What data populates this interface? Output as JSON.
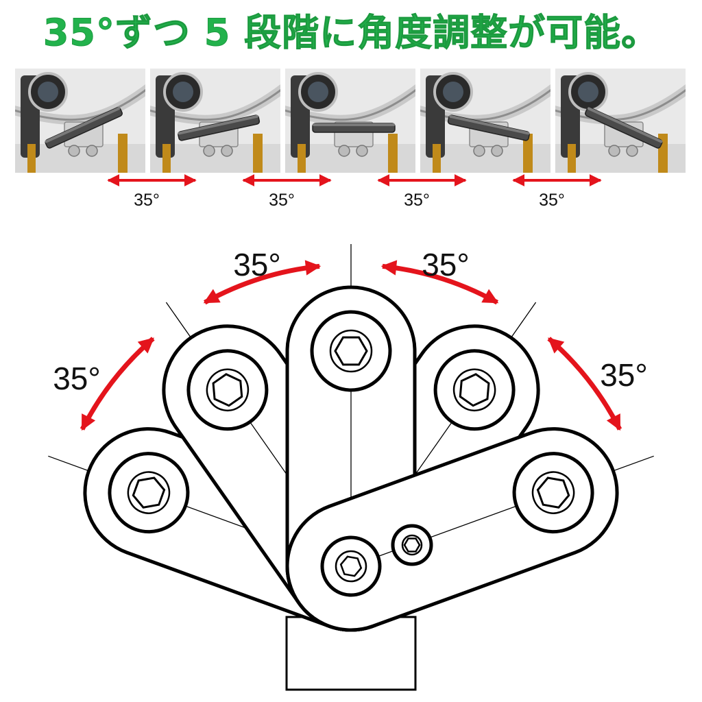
{
  "headline": "35°ずつ 5 段階に角度調整が可能。",
  "photo_strip": {
    "photos": [
      {
        "name": "position-1",
        "angle": -70
      },
      {
        "name": "position-2",
        "angle": -35
      },
      {
        "name": "position-3",
        "angle": 0
      },
      {
        "name": "position-4",
        "angle": 35
      },
      {
        "name": "position-5",
        "angle": 70
      }
    ],
    "step_labels": [
      "35°",
      "35°",
      "35°",
      "35°"
    ]
  },
  "diagram": {
    "angle_labels": [
      "35°",
      "35°",
      "35°",
      "35°"
    ],
    "arm_angles": [
      -70,
      -35,
      0,
      35,
      70
    ],
    "colors": {
      "arrow": "#e4141c",
      "outline": "#000000",
      "headline": "#22b24c"
    }
  }
}
